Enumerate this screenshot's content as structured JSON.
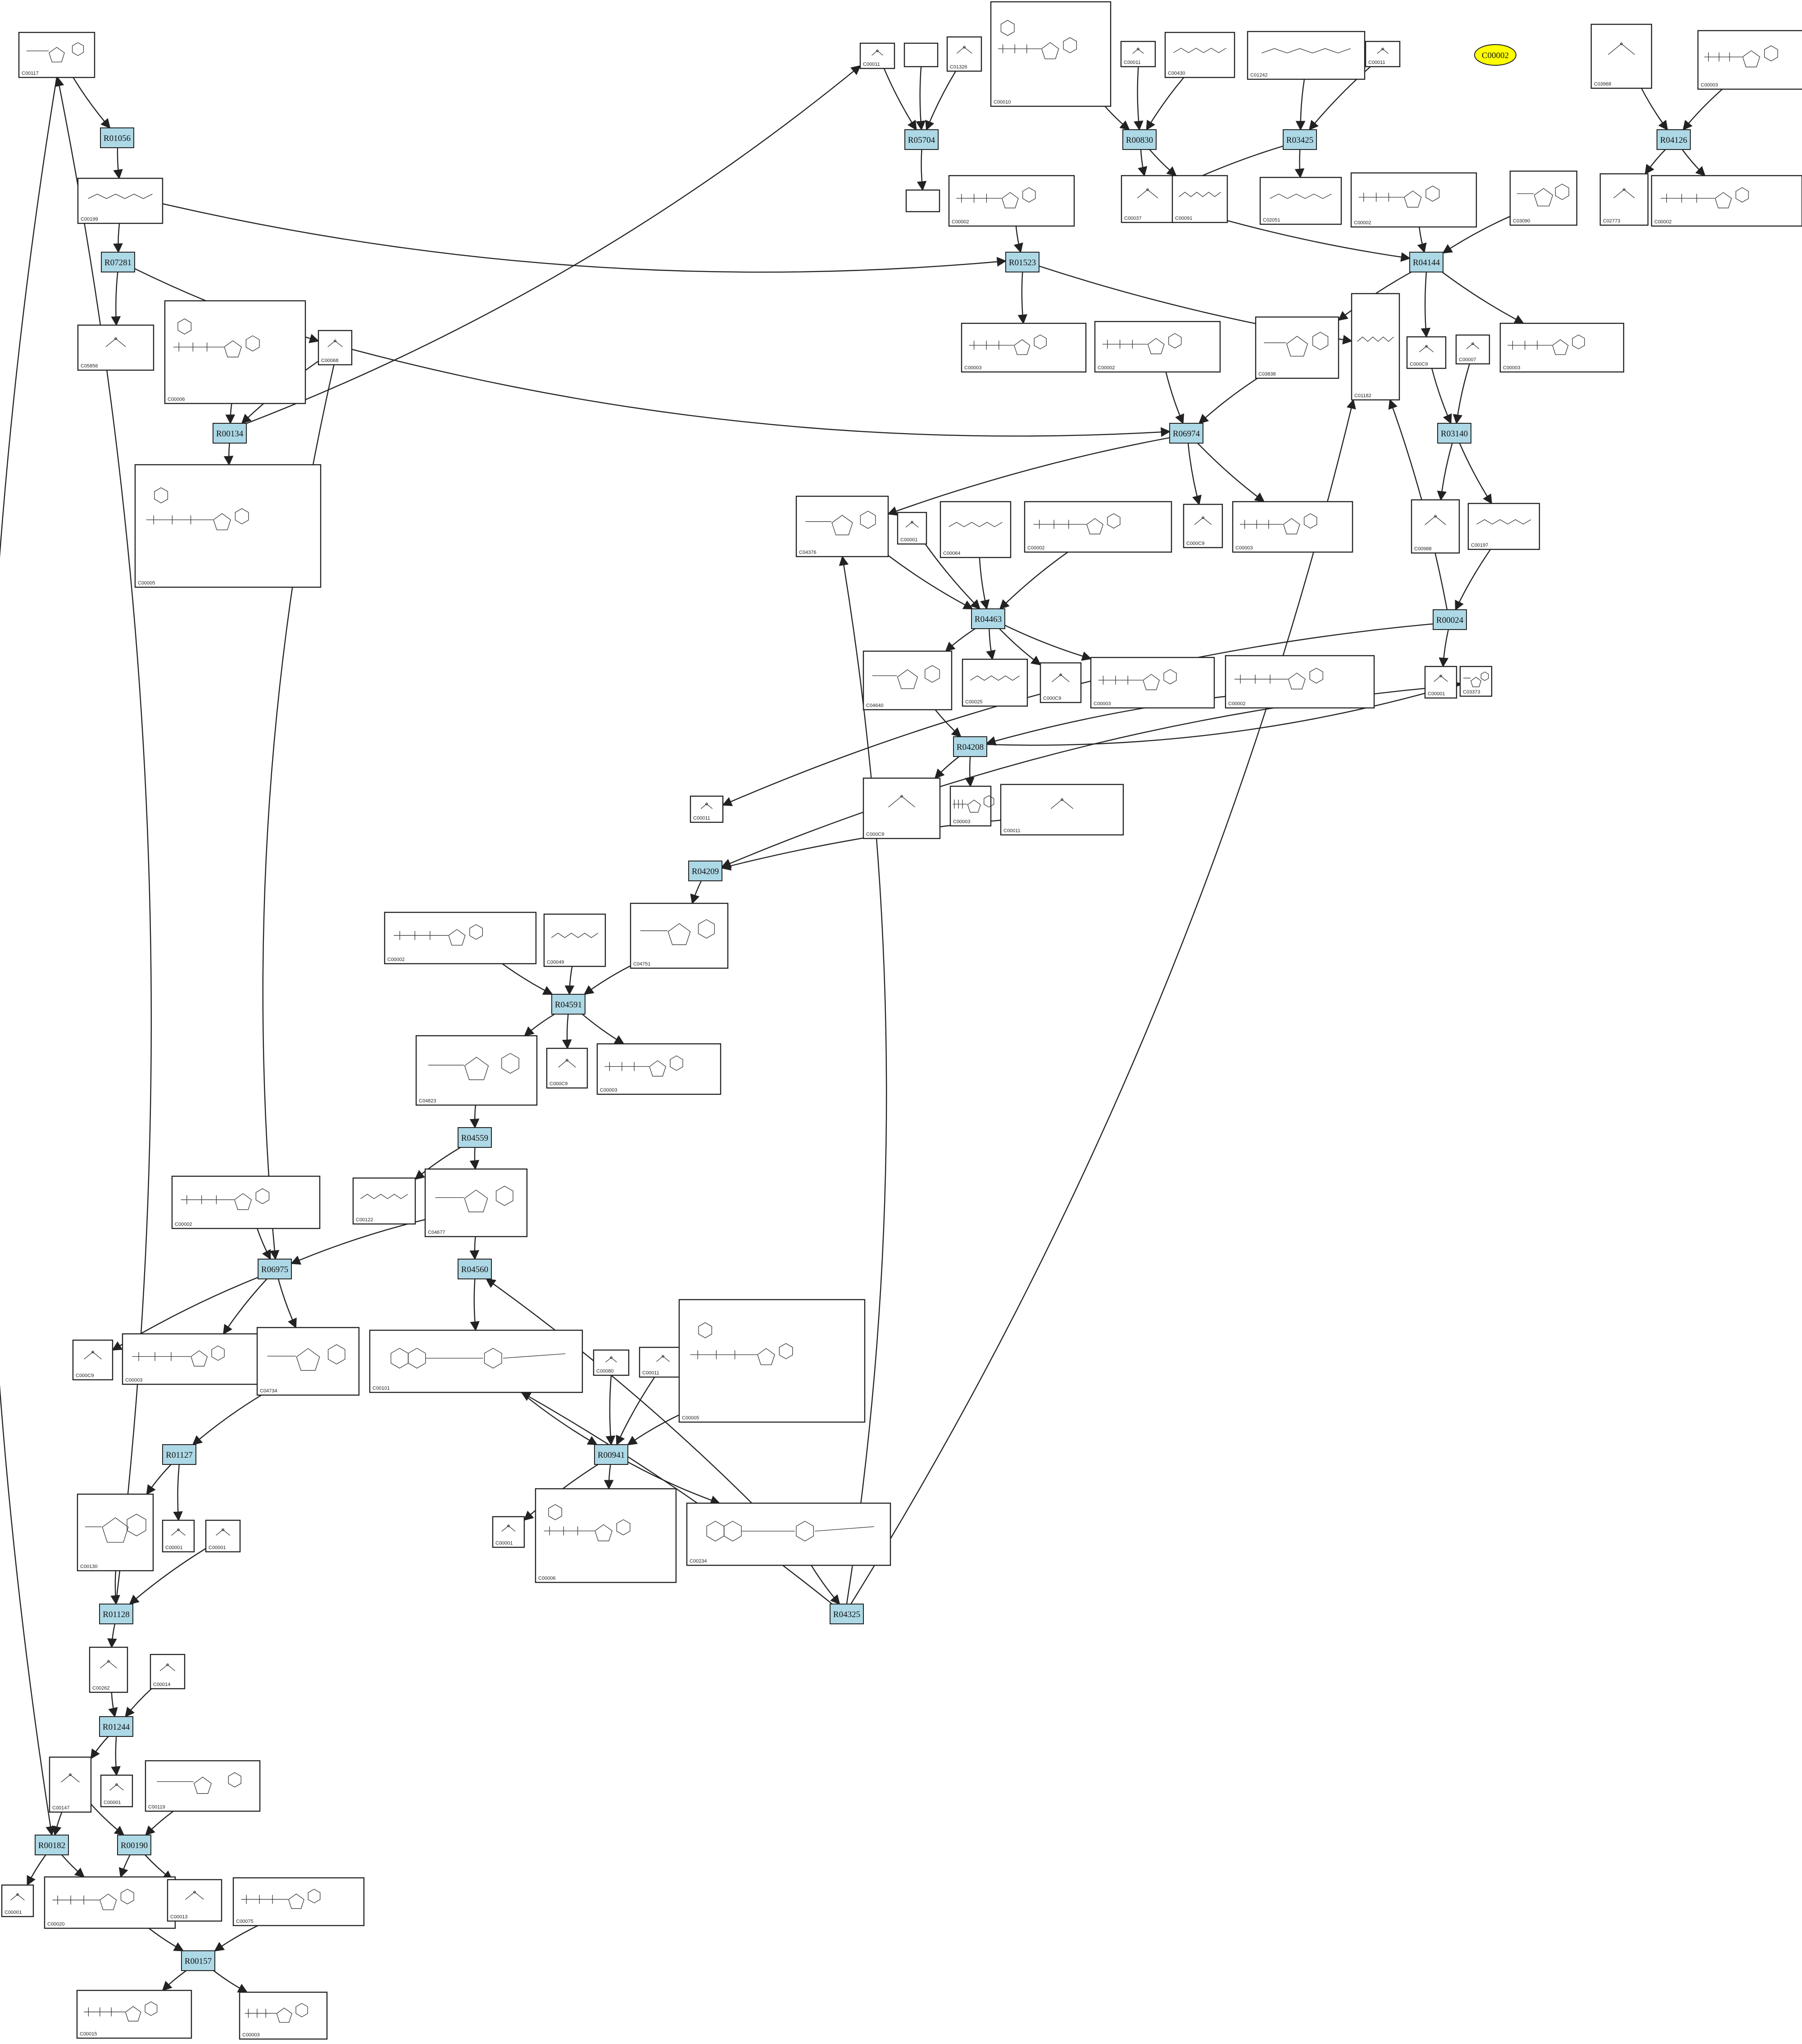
{
  "colors": {
    "reaction_fill": "#add8e6",
    "orphan_fill": "#ffff00",
    "line": "#222222",
    "background": "#ffffff"
  },
  "orphan": {
    "id": "C00002"
  },
  "reactions": [
    "R01056",
    "R07281",
    "R00134",
    "R05704",
    "R00830",
    "R03425",
    "R04126",
    "R01523",
    "R04144",
    "R06974",
    "R03140",
    "R04463",
    "R00024",
    "R04208",
    "R04209",
    "R04591",
    "R04559",
    "R06975",
    "R04560",
    "R01127",
    "R00941",
    "R01128",
    "R04325",
    "R01244",
    "R00182",
    "R00190",
    "R00157"
  ],
  "compounds": [
    {
      "id": "C00117",
      "kind": "sugar5p"
    },
    {
      "id": "C00199",
      "kind": "chain"
    },
    {
      "id": "C05856",
      "kind": "small"
    },
    {
      "id": "C00006",
      "kind": "nadp"
    },
    {
      "id": "C00068",
      "kind": "small"
    },
    {
      "id": "C00005",
      "kind": "nadph"
    },
    {
      "id": "C00011",
      "kind": "co2"
    },
    {
      "id": "",
      "kind": "empty"
    },
    {
      "id": "C01326",
      "kind": "small"
    },
    {
      "id": "C00010",
      "kind": "coa"
    },
    {
      "id": "C00011",
      "kind": "co2"
    },
    {
      "id": "C00430",
      "kind": "chain"
    },
    {
      "id": "C01242",
      "kind": "chain"
    },
    {
      "id": "C00011",
      "kind": "co2"
    },
    {
      "id": "C03968",
      "kind": "small"
    },
    {
      "id": "C00003",
      "kind": "nucleotide"
    },
    {
      "id": "",
      "kind": "empty"
    },
    {
      "id": "C00002",
      "kind": "atp"
    },
    {
      "id": "C00037",
      "kind": "small"
    },
    {
      "id": "C00091",
      "kind": "chain"
    },
    {
      "id": "C02051",
      "kind": "chain"
    },
    {
      "id": "C00002",
      "kind": "atp"
    },
    {
      "id": "C03090",
      "kind": "sugar5p"
    },
    {
      "id": "C02773",
      "kind": "small"
    },
    {
      "id": "C00002",
      "kind": "atp"
    },
    {
      "id": "C00003",
      "kind": "nucleotide"
    },
    {
      "id": "C00002",
      "kind": "atp"
    },
    {
      "id": "C03838",
      "kind": "sugar5p"
    },
    {
      "id": "C01182",
      "kind": "chain"
    },
    {
      "id": "C000C9",
      "kind": "phosphate"
    },
    {
      "id": "C00007",
      "kind": "small"
    },
    {
      "id": "C00003",
      "kind": "nucleotide"
    },
    {
      "id": "C04376",
      "kind": "sugar5p"
    },
    {
      "id": "C00001",
      "kind": "water"
    },
    {
      "id": "C00064",
      "kind": "chain"
    },
    {
      "id": "C00002",
      "kind": "atp"
    },
    {
      "id": "C000C9",
      "kind": "phosphate"
    },
    {
      "id": "C00003",
      "kind": "nucleotide"
    },
    {
      "id": "C00988",
      "kind": "small"
    },
    {
      "id": "C00197",
      "kind": "chain"
    },
    {
      "id": "C04640",
      "kind": "sugar5p"
    },
    {
      "id": "C00025",
      "kind": "chain"
    },
    {
      "id": "C000C9",
      "kind": "phosphate"
    },
    {
      "id": "C00003",
      "kind": "nucleotide"
    },
    {
      "id": "C00002",
      "kind": "atp"
    },
    {
      "id": "C00011",
      "kind": "co2"
    },
    {
      "id": "C00001",
      "kind": "water"
    },
    {
      "id": "C03373",
      "kind": "sugar5p"
    },
    {
      "id": "C000C9",
      "kind": "phosphate"
    },
    {
      "id": "C00003",
      "kind": "nucleotide"
    },
    {
      "id": "C00011",
      "kind": "co2"
    },
    {
      "id": "C00002",
      "kind": "atp"
    },
    {
      "id": "C00049",
      "kind": "chain"
    },
    {
      "id": "C04751",
      "kind": "sugar5p"
    },
    {
      "id": "C04823",
      "kind": "sugar5p"
    },
    {
      "id": "C000C9",
      "kind": "phosphate"
    },
    {
      "id": "C00003",
      "kind": "nucleotide"
    },
    {
      "id": "C00002",
      "kind": "atp"
    },
    {
      "id": "C00122",
      "kind": "chain"
    },
    {
      "id": "C04677",
      "kind": "sugar5p"
    },
    {
      "id": "C000C9",
      "kind": "phosphate"
    },
    {
      "id": "C00003",
      "kind": "nucleotide"
    },
    {
      "id": "C04734",
      "kind": "sugar5p"
    },
    {
      "id": "C00101",
      "kind": "folate"
    },
    {
      "id": "C00080",
      "kind": "small"
    },
    {
      "id": "C00011",
      "kind": "co2"
    },
    {
      "id": "C00005",
      "kind": "nadph"
    },
    {
      "id": "C00130",
      "kind": "sugar5p"
    },
    {
      "id": "C00001",
      "kind": "water"
    },
    {
      "id": "C00001",
      "kind": "water"
    },
    {
      "id": "C00001",
      "kind": "water"
    },
    {
      "id": "C00006",
      "kind": "nadp"
    },
    {
      "id": "C00234",
      "kind": "folate"
    },
    {
      "id": "C00262",
      "kind": "small"
    },
    {
      "id": "C00014",
      "kind": "small"
    },
    {
      "id": "C00147",
      "kind": "small"
    },
    {
      "id": "C00001",
      "kind": "water"
    },
    {
      "id": "C00119",
      "kind": "sugar5p"
    },
    {
      "id": "C00001",
      "kind": "water"
    },
    {
      "id": "C00020",
      "kind": "atp"
    },
    {
      "id": "C00013",
      "kind": "phosphate"
    },
    {
      "id": "C00075",
      "kind": "nucleotide"
    },
    {
      "id": "C00015",
      "kind": "nucleotide"
    },
    {
      "id": "C00003",
      "kind": "nucleotide"
    }
  ]
}
